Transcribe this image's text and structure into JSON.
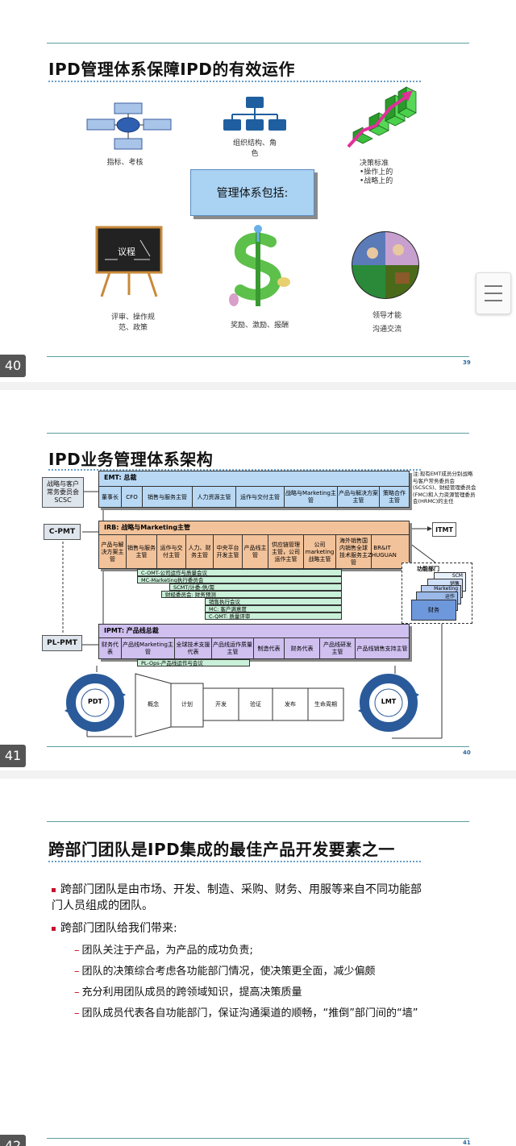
{
  "slide1": {
    "title": "IPD管理体系保障IPD的有效运作",
    "center_box": "管理体系包括:",
    "captions": {
      "metrics": "指标、考核",
      "org_line1": "组织结构、角",
      "org_line2": "色",
      "decision_line1": "决策标准",
      "decision_line2": "•操作上的",
      "decision_line3": "•战略上的",
      "review_line1": "评审、操作规",
      "review_line2": "范、政策",
      "reward": "奖励、激励、报酬",
      "lead_line1": "领导才能",
      "lead_line2": "沟通交流"
    },
    "board_text": "议程",
    "page_number": "39",
    "page_tab": "40"
  },
  "slide2": {
    "title": "IPD业务管理体系架构",
    "left_boxes": [
      "战略与客户常务委员会SCSC",
      "C-PMT",
      "PL-PMT"
    ],
    "emt": {
      "header": "EMT: 总裁",
      "cells": [
        "董事长",
        "CFO",
        "销售与服务主管",
        "人力资源主管",
        "运作与交付主管",
        "战略与Marketing主管",
        "产品与解决方案主管",
        "策略合作主管"
      ]
    },
    "note": "注:现有EMT成员分别战略与客户常务委员会(SCSCS)、财经管理委员会(FMC)和人力资源管理委员会(HRMC)的主任",
    "irb": {
      "header": "IRB: 战略与Marketing主管",
      "cells": [
        "产品与解决方案主管",
        "销售与服务主管",
        "运作与交付主管",
        "人力、财务主管",
        "中央平台开发主管",
        "产品线主管",
        "供应链管理主管，公司运作主管",
        "公司marketing战略主管",
        "海外销售国内销售全球技术服务主管",
        "BR&IT ZHUGUAN"
      ]
    },
    "itmt": "ITMT",
    "green_rows": [
      "C-OMT-公司运作与质量会议",
      "MC-Marketing执行委员会",
      "SCMT/计委-供/需",
      "财经委员会: 财务预测",
      "销售执行会议",
      "MC: 客户满意度",
      "C-QMT: 质量评审"
    ],
    "functions": {
      "title": "功能部门",
      "items": [
        "SCM",
        "销售",
        "Marketing",
        "运作",
        "财务"
      ]
    },
    "ipmt": {
      "header": "IPMT: 产品线总裁",
      "cells": [
        "财务代表",
        "产品线Marketing主管",
        "全球技术支援代表",
        "产品线运作质量主管",
        "制造代表",
        "财务代表",
        "产品线研发主管",
        "产品线销售支持主管"
      ]
    },
    "pl_ops": "PL-Ops-产品线运作与会议",
    "pdt": "PDT",
    "lmt": "LMT",
    "stages": [
      "概念",
      "计划",
      "开发",
      "验证",
      "发布",
      "生命周期"
    ],
    "page_number": "40",
    "page_tab": "41"
  },
  "slide3": {
    "title": "跨部门团队是IPD集成的最佳产品开发要素之一",
    "bullet1": "跨部门团队是由市场、开发、制造、采购、财务、用服等来自不同功能部门人员组成的团队。",
    "bullet2": "跨部门团队给我们带来:",
    "subs": [
      "团队关注于产品，为产品的成功负责;",
      "团队的决策综合考虑各功能部门情况，使决策更全面，减少偏颇",
      "充分利用团队成员的跨领域知识，提高决策质量",
      "团队成员代表各自功能部门，保证沟通渠道的顺畅，“推倒”部门间的“墙”"
    ],
    "page_number": "41",
    "page_tab": "42"
  },
  "colors": {
    "accent_teal": "#5a9e9c",
    "emt_blue": "#b8d8f4",
    "irb_orange": "#f2c29a",
    "ipmt_purple": "#cfc0f0",
    "green_rows": "#c9f0d8",
    "bullet_red": "#c8102e"
  }
}
